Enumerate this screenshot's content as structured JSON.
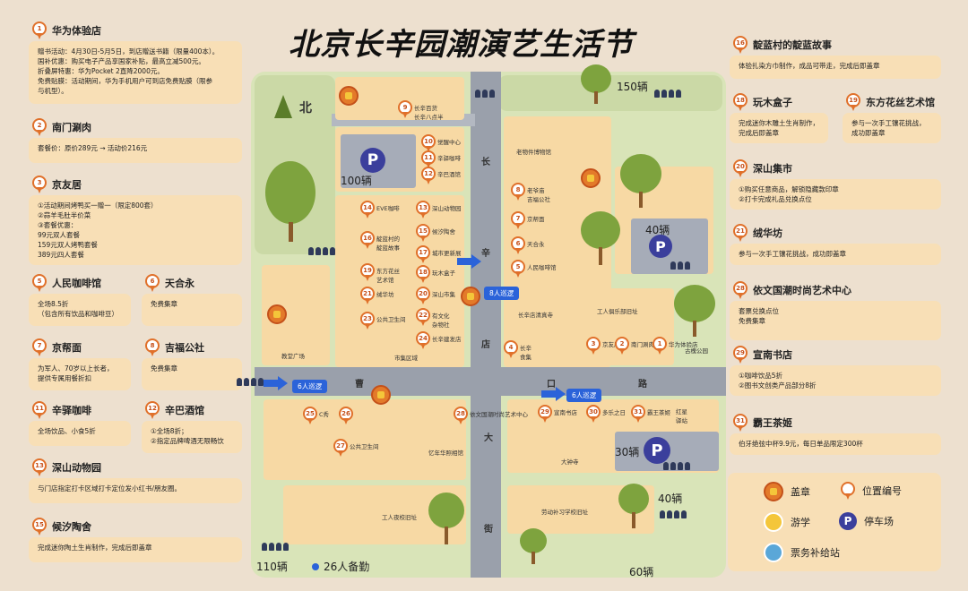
{
  "title": "北京长辛园潮演艺生活节",
  "compass": "北",
  "left_cards": [
    {
      "num": "1",
      "title": "华为体验店",
      "lines": [
        "赠书活动：4月30日-5月5日，到店赠送书籍（限量400本）。",
        "国补优惠：购买电子产品享国家补贴，最高立减500元。",
        "折叠屏特惠：华为Pocket 2直降2000元。",
        "免费贴膜：活动期间，华为手机用户可到店免费贴膜（限参",
        "与机型）。"
      ]
    },
    {
      "num": "2",
      "title": "南门涮肉",
      "lines": [
        "套餐价：原价289元 → 活动价216元"
      ]
    },
    {
      "num": "3",
      "title": "京友居",
      "lines": [
        "①活动期间烤鸭买一赠一（限定800套）",
        "②蒜羊毛肚半价菜",
        "③套餐优惠：",
        "99元双人套餐",
        "159元双人烤鸭套餐",
        "389元四人套餐"
      ]
    },
    {
      "num": "5",
      "title": "人民咖啡馆",
      "lines": [
        "全场8.5折",
        "（包含所有饮品和咖啡豆）"
      ]
    },
    {
      "num": "6",
      "title": "天合永",
      "lines": [
        "免费集章"
      ]
    },
    {
      "num": "7",
      "title": "京帮面",
      "lines": [
        "为军人、70岁以上长者，",
        "提供专属用餐折扣"
      ]
    },
    {
      "num": "8",
      "title": "吉福公社",
      "lines": [
        "免费集章"
      ]
    },
    {
      "num": "11",
      "title": "辛驿咖啡",
      "lines": [
        "全场饮品、小食5折"
      ]
    },
    {
      "num": "12",
      "title": "辛巴酒馆",
      "lines": [
        "①全场8折；",
        "②指定品牌啤酒无限畅饮"
      ]
    },
    {
      "num": "13",
      "title": "深山动物园",
      "lines": [
        "与门店指定打卡区域打卡定位发小红书/朋友圈。"
      ]
    },
    {
      "num": "15",
      "title": "候汐陶舍",
      "lines": [
        "完成迷你陶土生肖制作，完成后即盖章"
      ]
    }
  ],
  "right_cards": [
    {
      "num": "16",
      "title": "靛蓝村的靛蓝故事",
      "lines": [
        "体验扎染方巾制作，成品可带走，完成后即盖章"
      ]
    },
    {
      "num": "18",
      "title": "玩木盒子",
      "lines": [
        "完成迷你木雕土生肖制作，",
        "完成后即盖章"
      ]
    },
    {
      "num": "19",
      "title": "东方花丝艺术馆",
      "lines": [
        "参与一次手工镶花挑战，",
        "成功即盖章"
      ]
    },
    {
      "num": "20",
      "title": "深山集市",
      "lines": [
        "①购买任意商品，解锁隐藏款印章",
        "②打卡完成礼品兑换点位"
      ]
    },
    {
      "num": "21",
      "title": "绒华坊",
      "lines": [
        "参与一次手工镶花挑战，成功即盖章"
      ]
    },
    {
      "num": "28",
      "title": "依文国潮时尚艺术中心",
      "lines": [
        "套票兑换点位",
        "免费集章"
      ]
    },
    {
      "num": "29",
      "title": "宣南书店",
      "lines": [
        "①咖啡饮品5折",
        "②图书文创类产品部分8折"
      ]
    },
    {
      "num": "31",
      "title": "霸王茶姬",
      "lines": [
        "伯牙绝弦中杯9.9元，每日单品限定300杯"
      ]
    }
  ],
  "legend": [
    "盖章",
    "位置编号",
    "游学",
    "停车场",
    "票务补给站"
  ],
  "map": {
    "parking": [
      "150辆",
      "100辆",
      "40辆",
      "30辆",
      "40辆",
      "110辆",
      "60辆"
    ],
    "patrol": [
      "8人巡逻",
      "6人巡逻",
      "6人巡逻"
    ],
    "reserve": "26人备勤",
    "roads": [
      "长",
      "辛",
      "店",
      "大",
      "街",
      "曹",
      "口",
      "路"
    ],
    "places": [
      {
        "n": "9",
        "label": "长辛百货\n长辛八点半"
      },
      {
        "n": "10",
        "label": "觉醒中心"
      },
      {
        "n": "11",
        "label": "辛驿咖啡"
      },
      {
        "n": "12",
        "label": "辛巴酒馆"
      },
      {
        "n": "14",
        "label": "EVE咖啡"
      },
      {
        "n": "13",
        "label": "深山动物园"
      },
      {
        "n": "15",
        "label": "候汐陶舍"
      },
      {
        "n": "16",
        "label": "靛蓝村的\n靛蓝故事"
      },
      {
        "n": "17",
        "label": "城市更新展"
      },
      {
        "n": "18",
        "label": "玩木盒子"
      },
      {
        "n": "19",
        "label": "东方花丝\n艺术馆"
      },
      {
        "n": "20",
        "label": "深山市集"
      },
      {
        "n": "21",
        "label": "绒华坊"
      },
      {
        "n": "22",
        "label": "有文化\n杂物社"
      },
      {
        "n": "23",
        "label": "公共卫生间"
      },
      {
        "n": "24",
        "label": "长辛建发店"
      },
      {
        "n": "7",
        "label": "京帮面"
      },
      {
        "n": "6",
        "label": "天合永"
      },
      {
        "n": "5",
        "label": "人民咖啡馆"
      },
      {
        "n": "8",
        "label": "老爷庙\n吉福公社"
      },
      {
        "n": "4",
        "label": "长辛\n食集"
      },
      {
        "n": "3",
        "label": "京友居"
      },
      {
        "n": "2",
        "label": "南门涮肉"
      },
      {
        "n": "1",
        "label": "华为体验店"
      },
      {
        "n": "25",
        "label": "C秀"
      },
      {
        "n": "26",
        "label": ""
      },
      {
        "n": "27",
        "label": "公共卫生间"
      },
      {
        "n": "28",
        "label": "依文国潮时尚艺术中心"
      },
      {
        "n": "29",
        "label": "宣南书店"
      },
      {
        "n": "30",
        "label": "多乐之日"
      },
      {
        "n": "31",
        "label": "霸王茶姬"
      }
    ],
    "texts": {
      "oldthing": "老物件博物馆",
      "theater": "长辛店清真寺",
      "workers_club": "工人俱乐部旧址",
      "church": "教堂广场",
      "market": "市集区域",
      "wine": "忆年华照相馆",
      "gucheng": "古槐公园",
      "hongxing": "红星\n驿站",
      "datemple": "大钟寺",
      "workers_school": "工人夜校旧址",
      "labor_school": "劳动补习学校旧址"
    }
  }
}
